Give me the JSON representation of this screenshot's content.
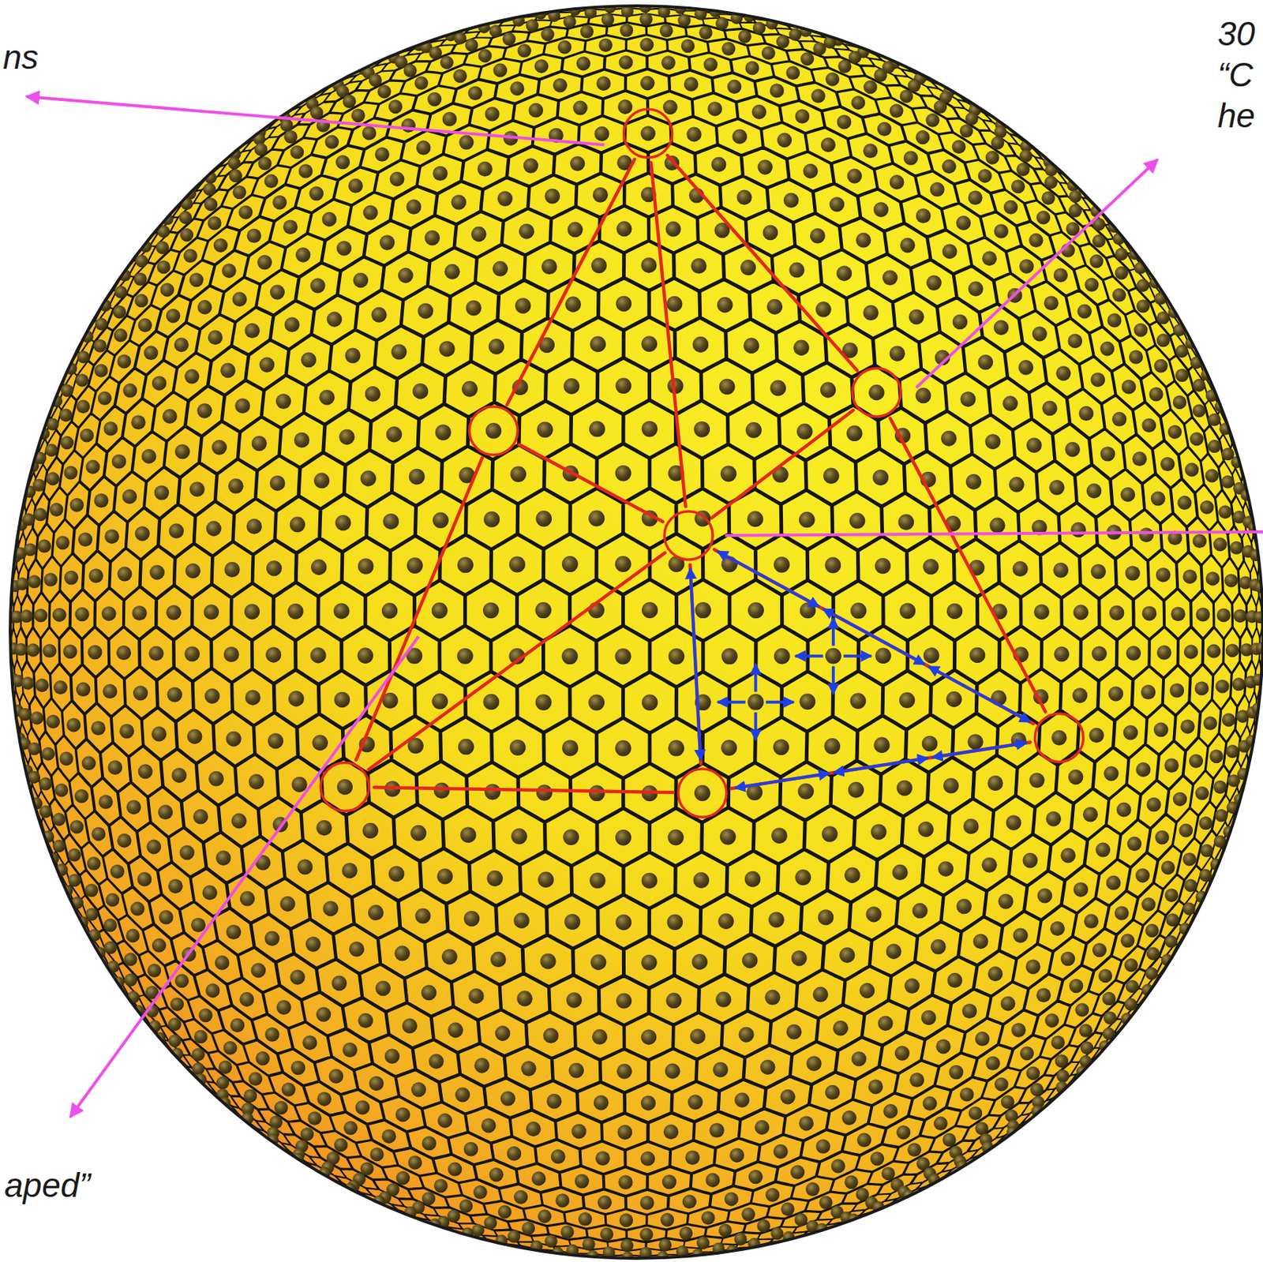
{
  "diagram": {
    "labels": [
      "ns",
      "30",
      "“C",
      "he",
      "aped”"
    ]
  }
}
